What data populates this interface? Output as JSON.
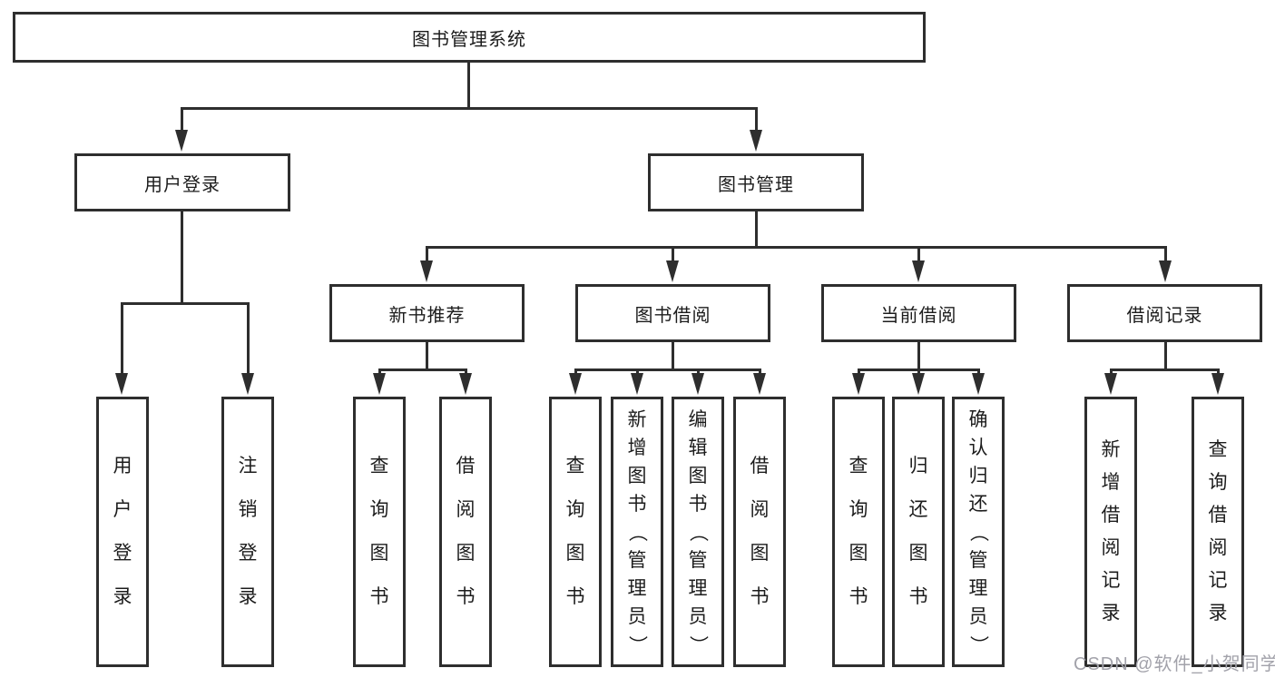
{
  "nodes": {
    "root": {
      "label": "图书管理系统"
    },
    "user_login": {
      "label": "用户登录"
    },
    "book_mgmt": {
      "label": "图书管理"
    },
    "new_book_rec": {
      "label": "新书推荐"
    },
    "book_borrow": {
      "label": "图书借阅"
    },
    "current_borrow": {
      "label": "当前借阅"
    },
    "borrow_records": {
      "label": "借阅记录"
    }
  },
  "leaves": {
    "login": "用户登录",
    "logout": "注销登录",
    "rec_query": "查询图书",
    "rec_borrow": "借阅图书",
    "bb_query": "查询图书",
    "bb_add": "新增图书（管理员）",
    "bb_edit": "编辑图书（管理员）",
    "bb_borrow": "借阅图书",
    "cb_query": "查询图书",
    "cb_return": "归还图书",
    "cb_confirm": "确认归还（管理员）",
    "br_add": "新增借阅记录",
    "br_query": "查询借阅记录"
  },
  "hierarchy": {
    "图书管理系统": {
      "用户登录": [
        "用户登录",
        "注销登录"
      ],
      "图书管理": {
        "新书推荐": [
          "查询图书",
          "借阅图书"
        ],
        "图书借阅": [
          "查询图书",
          "新增图书（管理员）",
          "编辑图书（管理员）",
          "借阅图书"
        ],
        "当前借阅": [
          "查询图书",
          "归还图书",
          "确认归还（管理员）"
        ],
        "借阅记录": [
          "新增借阅记录",
          "查询借阅记录"
        ]
      }
    }
  },
  "watermark": "CSDN @软件_小贺同学",
  "colors": {
    "line": "#2e2e2e",
    "text": "#1c1c1c",
    "watermark": "#a2a2aa",
    "background": "#ffffff"
  }
}
